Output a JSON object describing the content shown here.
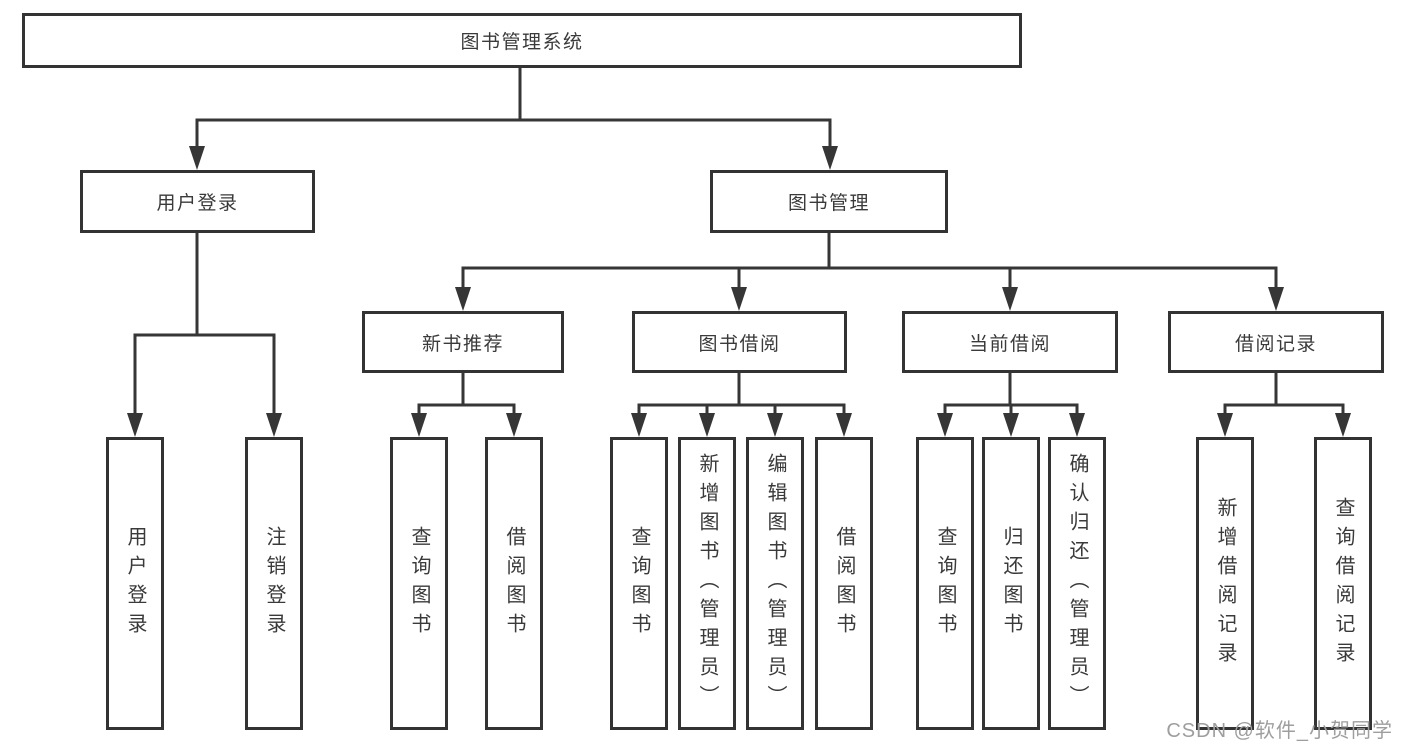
{
  "tree": {
    "root_label": "图书管理系统",
    "children": [
      {
        "label": "用户登录",
        "children": [
          {
            "label": "用户登录"
          },
          {
            "label": "注销登录"
          }
        ]
      },
      {
        "label": "图书管理",
        "children": [
          {
            "label": "新书推荐",
            "children": [
              {
                "label": "查询图书"
              },
              {
                "label": "借阅图书"
              }
            ]
          },
          {
            "label": "图书借阅",
            "children": [
              {
                "label": "查询图书"
              },
              {
                "label": "新增图书（管理员）"
              },
              {
                "label": "编辑图书（管理员）"
              },
              {
                "label": "借阅图书"
              }
            ]
          },
          {
            "label": "当前借阅",
            "children": [
              {
                "label": "查询图书"
              },
              {
                "label": "归还图书"
              },
              {
                "label": "确认归还（管理员）"
              }
            ]
          },
          {
            "label": "借阅记录",
            "children": [
              {
                "label": "新增借阅记录"
              },
              {
                "label": "查询借阅记录"
              }
            ]
          }
        ]
      }
    ]
  },
  "watermark": {
    "text": "CSDN @软件_小贺同学"
  },
  "colors": {
    "line_color": "#363636",
    "border_color": "#333333",
    "text_color": "#3a3a3a",
    "watermark_color": "#9e9e9e",
    "background": "#ffffff"
  }
}
